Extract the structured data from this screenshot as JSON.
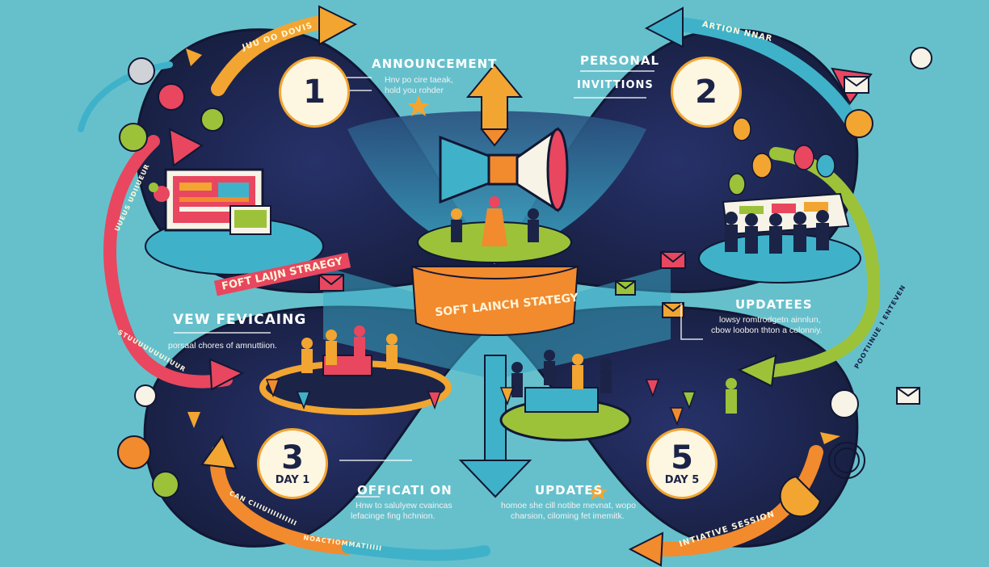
{
  "infographic": {
    "center_banner": "SOFT LAINCH STATEGY",
    "left_banner": "FOFT LAIJN STRAEGY",
    "theme_colors": {
      "background": "#66c0cc",
      "navy": "#1b2347",
      "orange": "#f28a2e",
      "yellow": "#f2a531",
      "pink": "#e8475f",
      "lime": "#9cc23a",
      "teal": "#3fb2c9",
      "cream": "#fdf6e0"
    },
    "steps": [
      {
        "number": "1",
        "day": "",
        "title": "ANNOUNCEMENT",
        "lines": [
          "Hnv po cire taeak,",
          "hold you rohder"
        ]
      },
      {
        "number": "2",
        "day": "",
        "title": "PERSONAL",
        "title2": "INVITTIONS",
        "lines": []
      },
      {
        "number": "3",
        "day": "DAY 1",
        "title": "OFFICATI ON",
        "lines": [
          "Hnw to salulyew cvaincas",
          "lefacinge fing hchnion."
        ]
      },
      {
        "number": "5",
        "day": "DAY 5",
        "title": "UPDATES",
        "lines": [
          "homoe she cill notibe mevnat, wopo",
          "charsion, ciloming fet imemitk."
        ]
      }
    ],
    "side_sections": [
      {
        "title": "VEW FEVICAING",
        "lines": [
          "porsaal chores of amnuttiion."
        ]
      },
      {
        "title": "UPDATEES",
        "lines": [
          "lowsy romtrodgetn ainnlun,",
          "cbow loobon thton a colonniy."
        ]
      }
    ],
    "ring_labels": {
      "top_left": "JUU OO DOVIS",
      "top_right": "ARTION NNAR",
      "left_upper": "UUEUS UDIIUEUR",
      "left_lower": "STUUUUUUUIIUUR",
      "right": "POOTIINUE I ENTEVEN",
      "bottom_left_orange": "CAN CIIIUIIIIIIIIII",
      "bottom_left_blue": "NOACTIOMMATIIIII",
      "bottom_right": "INTIATIVE SESSION"
    },
    "icons": [
      "megaphone-icon",
      "envelope-icon",
      "balloon-icon",
      "laptop-icon",
      "monitor-icon",
      "people-icon",
      "star-icon",
      "flag-icon",
      "arrow-up-icon",
      "arrow-down-icon"
    ]
  }
}
